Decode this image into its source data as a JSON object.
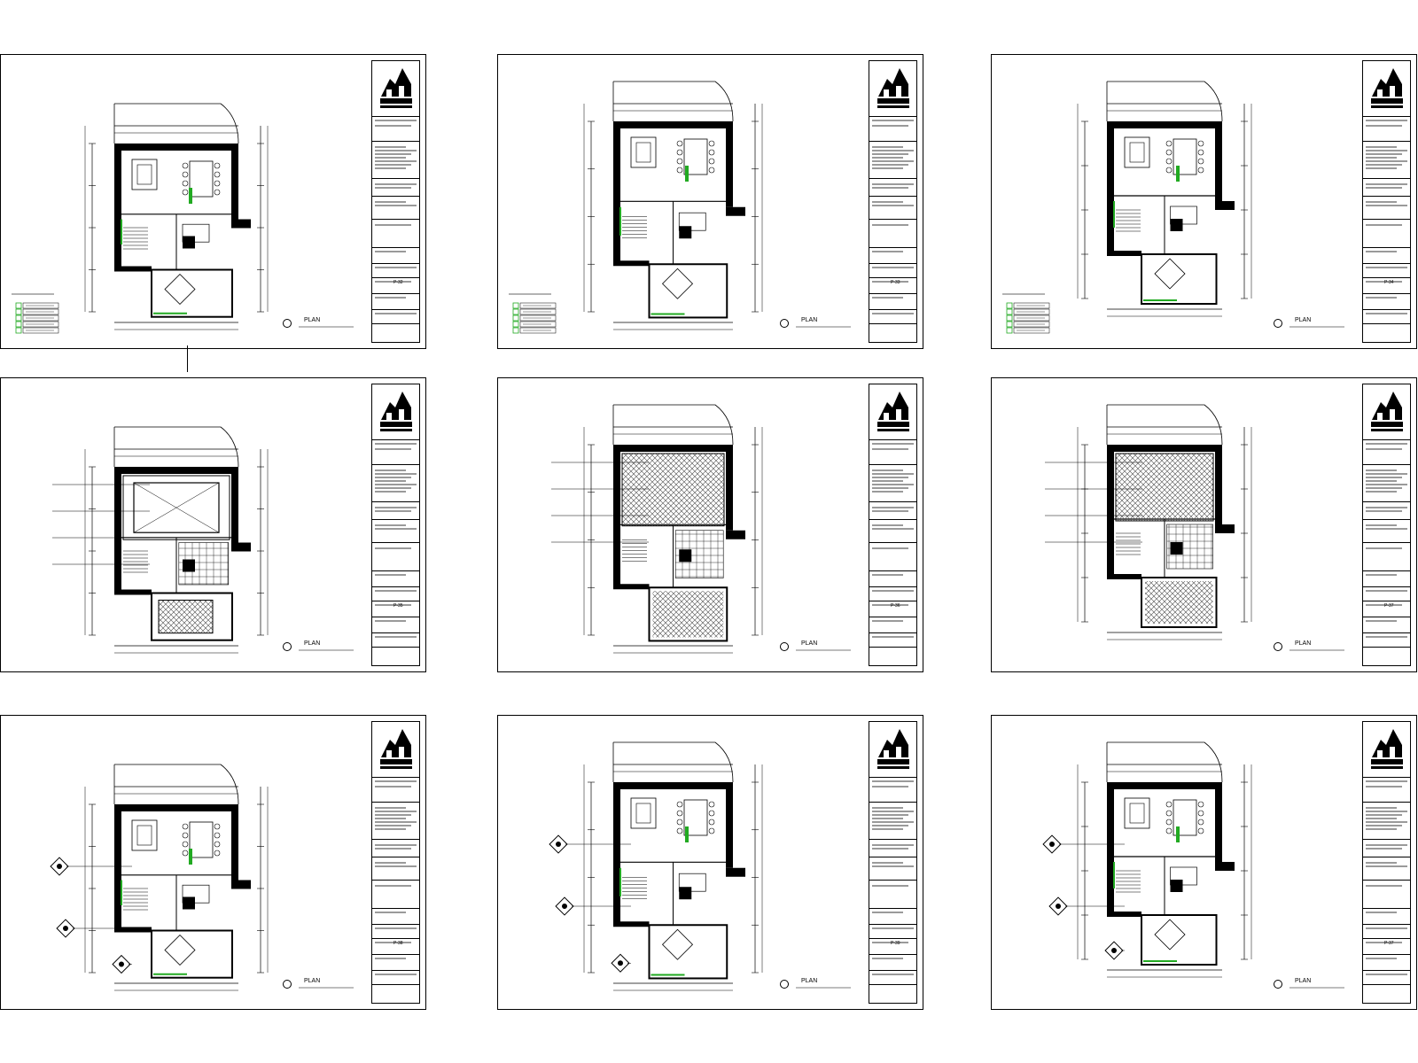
{
  "drawing_set": {
    "sheets": [
      {
        "id": "s1",
        "plan_label": "PLAN",
        "sheet_no": "P-32",
        "variant": "furniture-a",
        "legend": true
      },
      {
        "id": "s2",
        "plan_label": "PLAN",
        "sheet_no": "P-33",
        "variant": "furniture-b",
        "legend": true
      },
      {
        "id": "s3",
        "plan_label": "PLAN",
        "sheet_no": "P-34",
        "variant": "furniture-c",
        "legend": true
      },
      {
        "id": "s4",
        "plan_label": "PLAN",
        "sheet_no": "P-35",
        "variant": "floor-a",
        "legend": false
      },
      {
        "id": "s5",
        "plan_label": "PLAN",
        "sheet_no": "P-36",
        "variant": "floor-b",
        "legend": false
      },
      {
        "id": "s6",
        "plan_label": "PLAN",
        "sheet_no": "P-37",
        "variant": "floor-c",
        "legend": false
      },
      {
        "id": "s7",
        "plan_label": "PLAN",
        "sheet_no": "P-38",
        "variant": "elev-a",
        "legend": false
      },
      {
        "id": "s8",
        "plan_label": "PLAN",
        "sheet_no": "P-39",
        "variant": "elev-b",
        "legend": false
      },
      {
        "id": "s9",
        "plan_label": "PLAN",
        "sheet_no": "P-37",
        "variant": "elev-c",
        "legend": false
      }
    ]
  },
  "colors": {
    "line": "#000000",
    "wall": "#000000",
    "accent_green": "#22aa22",
    "text_grey": "#9a9a9a",
    "hatch": "#555555"
  }
}
